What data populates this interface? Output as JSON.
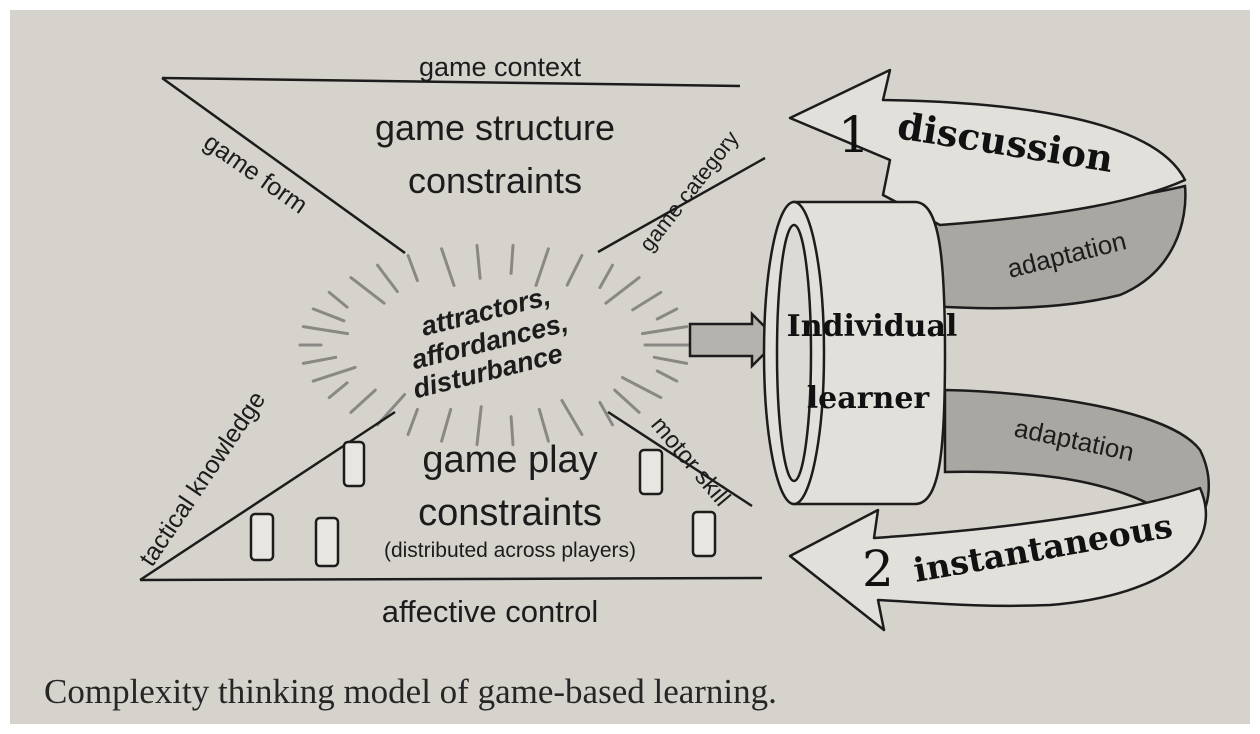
{
  "constraints_top": {
    "context_label": "game context",
    "title_line1": "game structure",
    "title_line2": "constraints",
    "left_label": "game form",
    "right_label": "game category"
  },
  "center": {
    "line1": "attractors,",
    "line2": "affordances,",
    "line3": "disturbance"
  },
  "constraints_bottom": {
    "title_line1": "game play",
    "title_line2": "constraints",
    "note": "(distributed across players)",
    "left_label": "tactical knowledge",
    "right_label": "motor skill",
    "bottom_label": "affective control"
  },
  "learner": {
    "line1": "Individual",
    "line2": "learner"
  },
  "loop_top": {
    "number": "1",
    "label": "discussion",
    "inner_label": "adaptation"
  },
  "loop_bottom": {
    "number": "2",
    "label": "instantaneous",
    "inner_label": "adaptation"
  },
  "caption": "Complexity thinking model of game-based learning.",
  "colors": {
    "paper": "#d6d3cc",
    "ink": "#1c1c1c",
    "band_light": "#e2e0da",
    "band_dark": "#a9a7a1",
    "arrow_fill": "#b5b3ad"
  }
}
